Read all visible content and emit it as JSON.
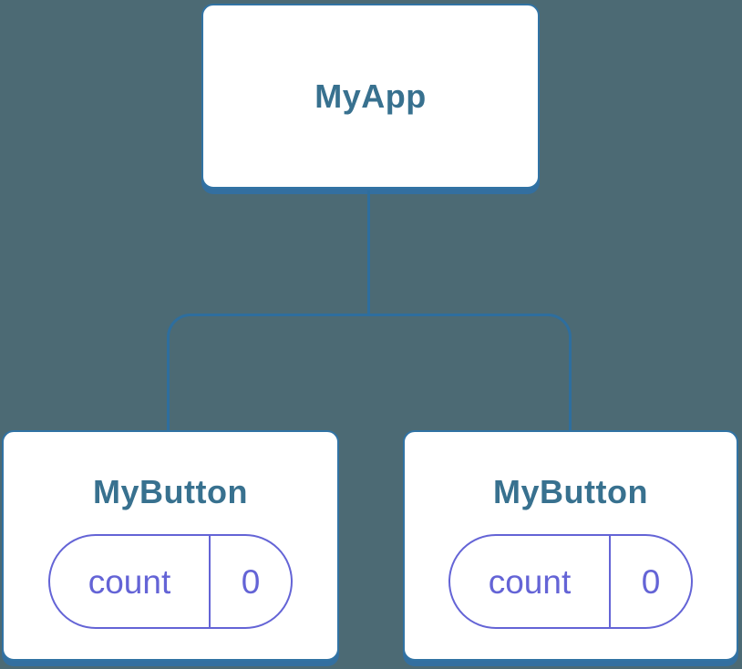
{
  "diagram": {
    "type": "component-tree",
    "background_color": "#4C6A74",
    "line_color": "#2E6E9E",
    "box_border_color": "#3173A4",
    "box_shadow_color": "#336FA0",
    "title_color": "#38718F",
    "state_color": "#6464D6",
    "root": {
      "label": "MyApp"
    },
    "children": [
      {
        "label": "MyButton",
        "state": {
          "name": "count",
          "value": "0"
        }
      },
      {
        "label": "MyButton",
        "state": {
          "name": "count",
          "value": "0"
        }
      }
    ]
  }
}
